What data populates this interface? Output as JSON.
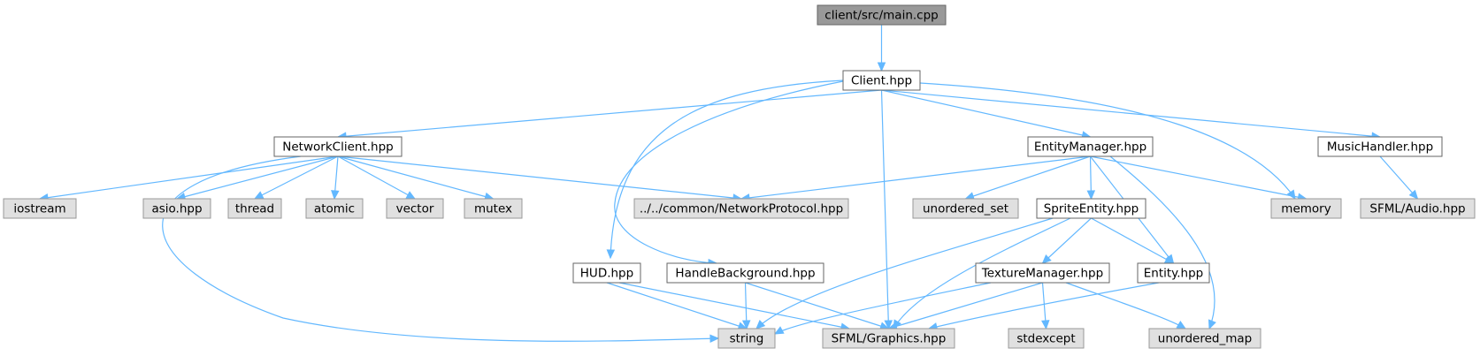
{
  "colors": {
    "edge": "#63b8ff",
    "focus_fill": "#999999",
    "focus_stroke": "#666666",
    "doc_fill": "#ffffff",
    "doc_stroke": "#666666",
    "ext_fill": "#e0e0e0",
    "ext_stroke": "#999999"
  },
  "nodes": [
    {
      "id": "main",
      "label": "client/src/main.cpp",
      "kind": "focus"
    },
    {
      "id": "client",
      "label": "Client.hpp",
      "kind": "doc"
    },
    {
      "id": "netclient",
      "label": "NetworkClient.hpp",
      "kind": "doc"
    },
    {
      "id": "entmgr",
      "label": "EntityManager.hpp",
      "kind": "doc"
    },
    {
      "id": "music",
      "label": "MusicHandler.hpp",
      "kind": "doc"
    },
    {
      "id": "iostream",
      "label": "iostream",
      "kind": "ext"
    },
    {
      "id": "asio",
      "label": "asio.hpp",
      "kind": "ext"
    },
    {
      "id": "thread",
      "label": "thread",
      "kind": "ext"
    },
    {
      "id": "atomic",
      "label": "atomic",
      "kind": "ext"
    },
    {
      "id": "vector",
      "label": "vector",
      "kind": "ext"
    },
    {
      "id": "mutex",
      "label": "mutex",
      "kind": "ext"
    },
    {
      "id": "netproto",
      "label": "../../common/NetworkProtocol.hpp",
      "kind": "ext"
    },
    {
      "id": "uset",
      "label": "unordered_set",
      "kind": "ext"
    },
    {
      "id": "sprite",
      "label": "SpriteEntity.hpp",
      "kind": "doc"
    },
    {
      "id": "memory",
      "label": "memory",
      "kind": "ext"
    },
    {
      "id": "sfaudio",
      "label": "SFML/Audio.hpp",
      "kind": "ext"
    },
    {
      "id": "hud",
      "label": "HUD.hpp",
      "kind": "doc"
    },
    {
      "id": "handlebg",
      "label": "HandleBackground.hpp",
      "kind": "doc"
    },
    {
      "id": "texmgr",
      "label": "TextureManager.hpp",
      "kind": "doc"
    },
    {
      "id": "entity",
      "label": "Entity.hpp",
      "kind": "doc"
    },
    {
      "id": "string",
      "label": "string",
      "kind": "ext"
    },
    {
      "id": "sfgfx",
      "label": "SFML/Graphics.hpp",
      "kind": "ext"
    },
    {
      "id": "stdexcept",
      "label": "stdexcept",
      "kind": "ext"
    },
    {
      "id": "umap",
      "label": "unordered_map",
      "kind": "ext"
    }
  ],
  "edges": [
    [
      "main",
      "client"
    ],
    [
      "client",
      "netclient"
    ],
    [
      "client",
      "hud"
    ],
    [
      "client",
      "handlebg"
    ],
    [
      "client",
      "sfgfx"
    ],
    [
      "client",
      "entmgr"
    ],
    [
      "client",
      "memory"
    ],
    [
      "client",
      "music"
    ],
    [
      "netclient",
      "iostream"
    ],
    [
      "netclient",
      "asio"
    ],
    [
      "netclient",
      "thread"
    ],
    [
      "netclient",
      "atomic"
    ],
    [
      "netclient",
      "vector"
    ],
    [
      "netclient",
      "mutex"
    ],
    [
      "netclient",
      "netproto"
    ],
    [
      "netclient",
      "string"
    ],
    [
      "entmgr",
      "netproto"
    ],
    [
      "entmgr",
      "uset"
    ],
    [
      "entmgr",
      "sprite"
    ],
    [
      "entmgr",
      "entity"
    ],
    [
      "entmgr",
      "memory"
    ],
    [
      "entmgr",
      "umap"
    ],
    [
      "music",
      "sfaudio"
    ],
    [
      "sprite",
      "texmgr"
    ],
    [
      "sprite",
      "entity"
    ],
    [
      "sprite",
      "string"
    ],
    [
      "sprite",
      "sfgfx"
    ],
    [
      "hud",
      "string"
    ],
    [
      "hud",
      "sfgfx"
    ],
    [
      "handlebg",
      "string"
    ],
    [
      "handlebg",
      "sfgfx"
    ],
    [
      "texmgr",
      "string"
    ],
    [
      "texmgr",
      "sfgfx"
    ],
    [
      "texmgr",
      "stdexcept"
    ],
    [
      "texmgr",
      "umap"
    ],
    [
      "entity",
      "sfgfx"
    ]
  ]
}
